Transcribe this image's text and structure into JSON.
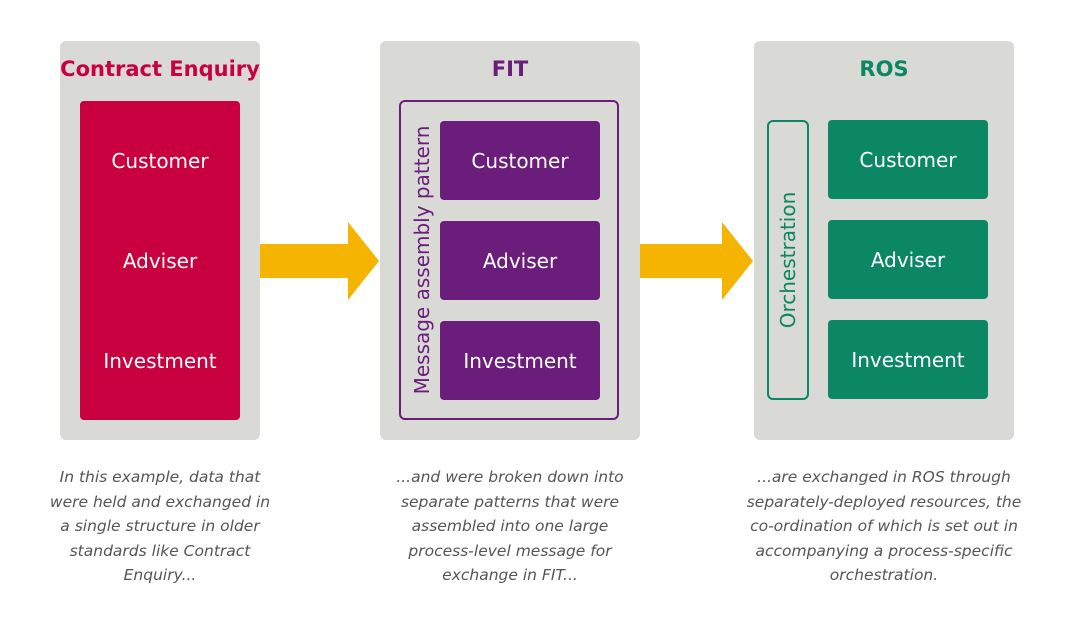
{
  "colors": {
    "panel_bg": "#d9d9d6",
    "contract_enquiry": "#c8003f",
    "fit": "#6a1d7a",
    "ros": "#0b8763",
    "arrow": "#f5b400",
    "caption": "#555555"
  },
  "panels": {
    "contract_enquiry": {
      "title": "Contract Enquiry",
      "items": [
        "Customer",
        "Adviser",
        "Investment"
      ]
    },
    "fit": {
      "title": "FIT",
      "frame_label": "Message assembly pattern",
      "items": [
        "Customer",
        "Adviser",
        "Investment"
      ]
    },
    "ros": {
      "title": "ROS",
      "frame_label": "Orchestration",
      "items": [
        "Customer",
        "Adviser",
        "Investment"
      ]
    }
  },
  "captions": {
    "contract_enquiry": [
      "In this example, data that",
      "were held and exchanged in",
      "a single structure in older",
      "standards like Contract",
      "Enquiry..."
    ],
    "fit": [
      "...and were broken down into",
      "separate patterns that were",
      "assembled into one large",
      "process-level message for",
      "exchange in FIT..."
    ],
    "ros": [
      "...are exchanged in ROS through",
      "separately-deployed resources, the",
      "co-ordination of which is set out in",
      "accompanying a process-specific",
      "orchestration."
    ]
  }
}
